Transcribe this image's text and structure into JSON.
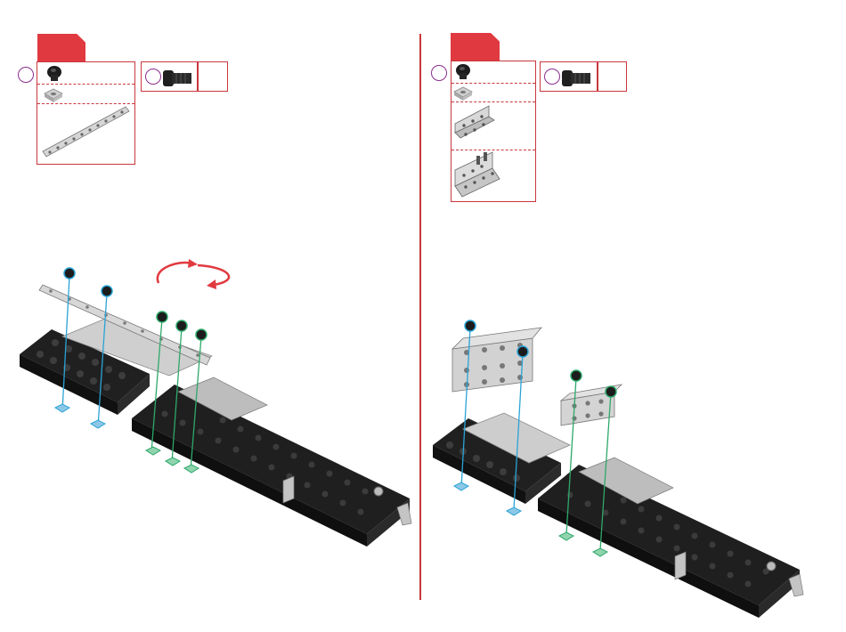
{
  "document": {
    "type": "assembly-instructions",
    "pages": [
      {
        "name": "left",
        "step_tab": "",
        "parts": [
          "screw",
          "square-nut",
          "long-perforated-strip"
        ],
        "extra_tool": "screw"
      },
      {
        "name": "right",
        "step_tab": "",
        "parts": [
          "screw",
          "square-nut",
          "small-angle-bracket",
          "wide-angle-bracket"
        ],
        "extra_tool": "screw"
      }
    ]
  },
  "colors": {
    "accent_red": "#e03a40",
    "outline_red": "#c9373c",
    "circle_purple": "#8c2d8e",
    "guide_blue": "#2aa3d6",
    "guide_green": "#2ea86a",
    "part_black": "#1c1c1c",
    "part_silver": "#c7c7c7"
  },
  "icons": [
    "rotate-arrows-icon",
    "screw-icon",
    "square-nut-icon",
    "strip-icon",
    "bracket-icon"
  ]
}
